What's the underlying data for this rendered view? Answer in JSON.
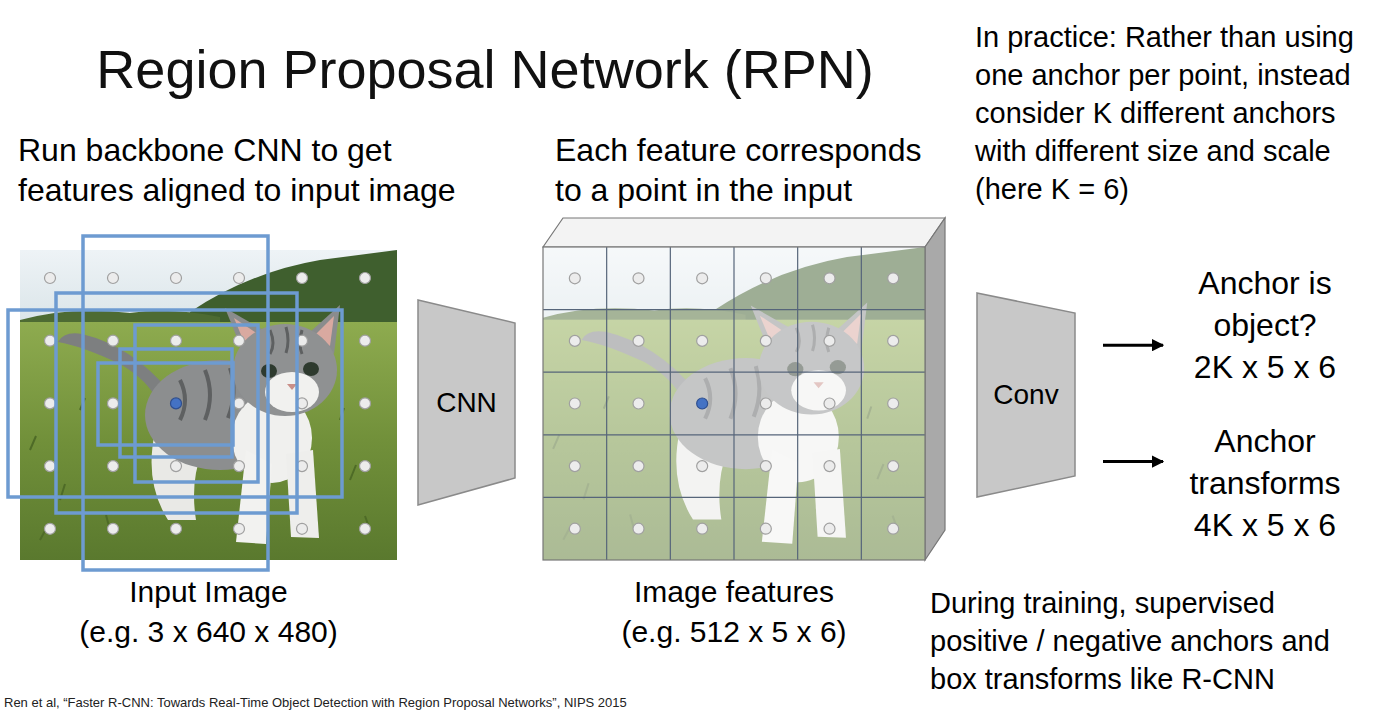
{
  "diagram": {
    "title": "Region Proposal Network (RPN)",
    "nodes": [
      {
        "text": [
          "Input Image",
          "(e.g. 3 x 640 x 480)"
        ]
      },
      {
        "text": [
          "CNN"
        ]
      },
      {
        "text": [
          "Image features",
          "(e.g. 512 x 5 x 6)"
        ]
      },
      {
        "text": [
          "Conv"
        ]
      },
      {
        "text": [
          "Anchor is object?",
          "2K x 5 x 6"
        ]
      },
      {
        "text": [
          "Anchor transforms",
          "4K x 5 x 6"
        ]
      }
    ],
    "edges": [
      {
        "from": 3,
        "to": 4,
        "arrow": "to"
      },
      {
        "from": 3,
        "to": 5,
        "arrow": "to"
      }
    ],
    "labels": [
      "Run backbone CNN to get features aligned to input image",
      "Each feature corresponds to a point in the input",
      "In practice: Rather than using one anchor per point, instead consider K different anchors with different size and scale (here K = 6)",
      "During training, supervised positive / negative anchors and box transforms like R-CNN",
      "Ren et al, “Faster R-CNN: Towards Real-Time Object Detection with Region Proposal Networks”, NIPS 2015"
    ]
  }
}
